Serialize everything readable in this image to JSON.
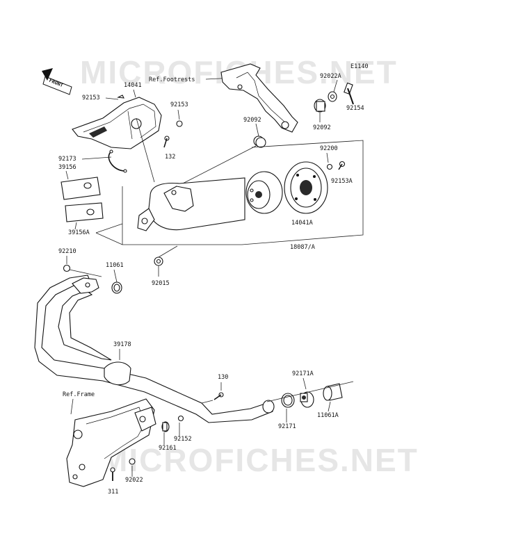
{
  "diagram": {
    "watermark": "MICROFICHES.NET",
    "code": "E1140",
    "front_label": "FRONT",
    "ref_labels": {
      "footrests": "Ref.Footrests",
      "frame": "Ref.Frame"
    },
    "parts": {
      "p92153": "92153",
      "p14041": "14041",
      "p92153b": "92153",
      "p132": "132",
      "p92173": "92173",
      "p39156": "39156",
      "p39156A": "39156A",
      "p92022A": "92022A",
      "p92154": "92154",
      "p92092a": "92092",
      "p92092b": "92092",
      "p92200": "92200",
      "p92153A": "92153A",
      "p14041A": "14041A",
      "p18087A": "18087/A",
      "p92210": "92210",
      "p11061": "11061",
      "p92015": "92015",
      "p39178": "39178",
      "p130": "130",
      "p92171A": "92171A",
      "p92171": "92171",
      "p11061A": "11061A",
      "p92152": "92152",
      "p92161": "92161",
      "p92022": "92022",
      "p311": "311"
    }
  }
}
